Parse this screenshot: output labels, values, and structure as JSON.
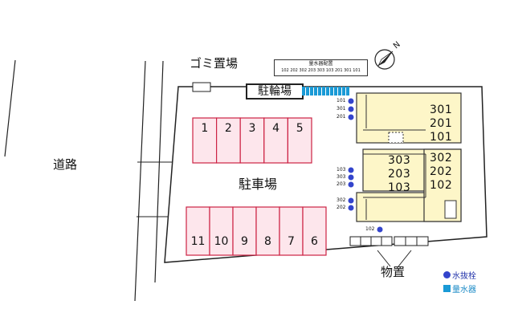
{
  "labels": {
    "road": "道路",
    "garbage": "ゴミ置場",
    "bicycle_parking": "駐輪場",
    "parking": "駐車場",
    "storage": "物置"
  },
  "meter_box": {
    "title": "量水器配置",
    "order": "102 202 302 203 303 103 201 301 101"
  },
  "parking_spaces_top": [
    "1",
    "2",
    "3",
    "4",
    "5"
  ],
  "parking_spaces_bottom": [
    "11",
    "10",
    "9",
    "8",
    "7",
    "6"
  ],
  "building_units": {
    "north_block": [
      "301",
      "201",
      "101"
    ],
    "middle_block": [
      "303",
      "203",
      "103"
    ],
    "south_block": [
      "302",
      "202",
      "102"
    ]
  },
  "valve_labels": {
    "group1": [
      "101",
      "301",
      "201"
    ],
    "group2": [
      "103",
      "303",
      "203"
    ],
    "group3": [
      "302",
      "202"
    ],
    "group4": [
      "102"
    ]
  },
  "legend": {
    "hydrant": "水抜栓",
    "water_meter": "量水器"
  },
  "north_marker": "N",
  "colors": {
    "parking_fill": "#fde6ec",
    "parking_stroke": "#cc2244",
    "building_fill": "#fdf6c8",
    "hydrant": "#3344cc",
    "water_meter": "#1a9ad6"
  }
}
